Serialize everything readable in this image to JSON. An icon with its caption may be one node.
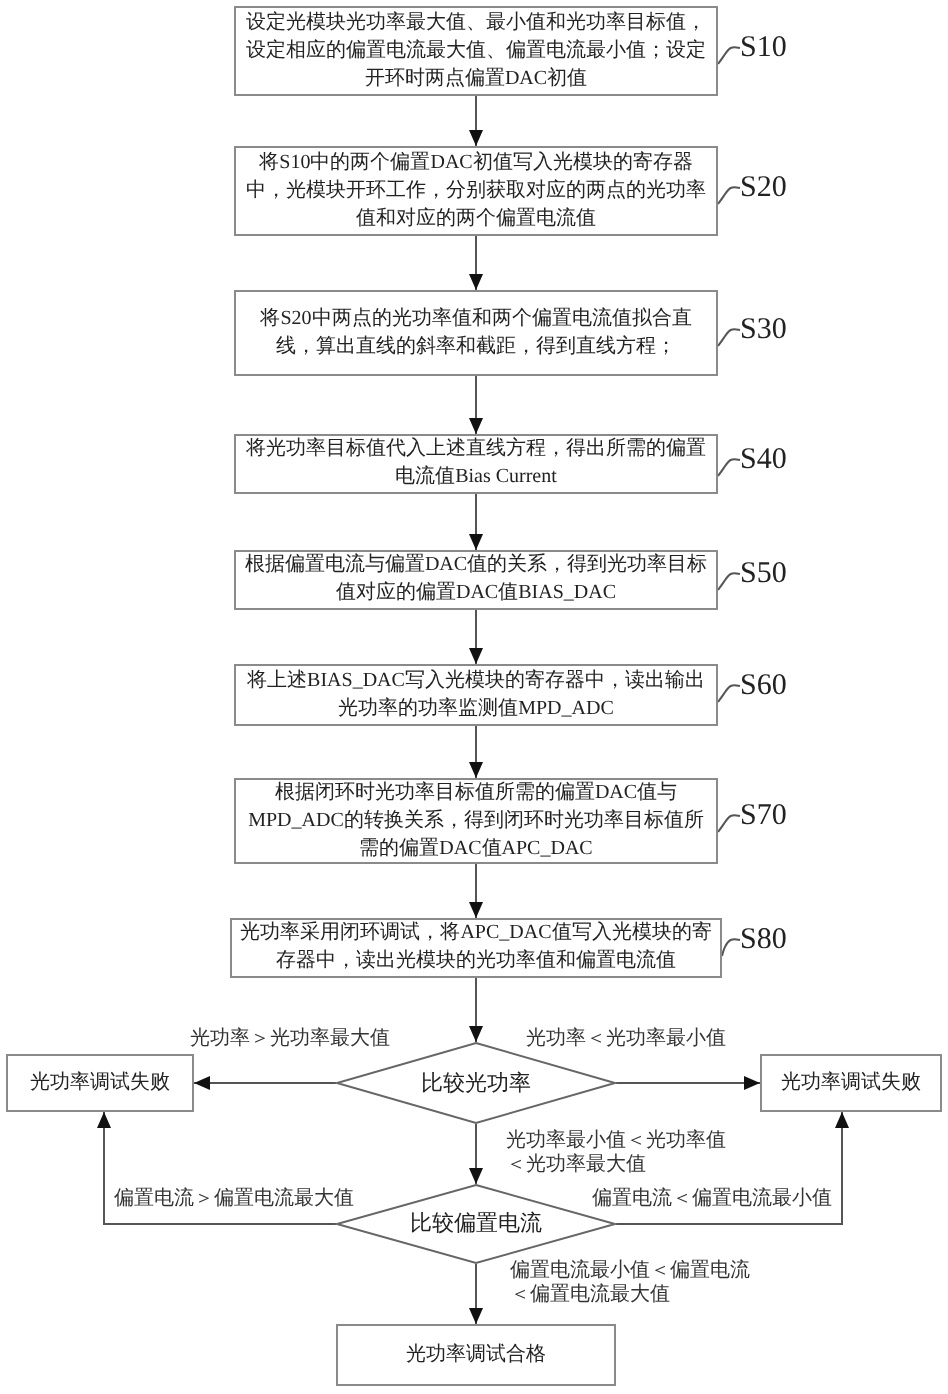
{
  "diagram": {
    "nodes": [
      {
        "text": [
          "设定光模块光功率最大值、最小值和光功率目标值，设定相应的偏置电流最大值、偏置电流最小值；设定开环时两点偏置DAC初值"
        ]
      },
      {
        "text": [
          "S10"
        ]
      },
      {
        "text": [
          "将S10中的两个偏置DAC初值写入光模块的寄存器中，光模块开环工作，分别获取对应的两点的光功率值和对应的两个偏置电流值"
        ]
      },
      {
        "text": [
          "S20"
        ]
      },
      {
        "text": [
          "将S20中两点的光功率值和两个偏置电流值拟合直线，算出直线的斜率和截距，得到直线方程；"
        ]
      },
      {
        "text": [
          "S30"
        ]
      },
      {
        "text": [
          "将光功率目标值代入上述直线方程，得出所需的偏置电流值Bias Current"
        ]
      },
      {
        "text": [
          "S40"
        ]
      },
      {
        "text": [
          "根据偏置电流与偏置DAC值的关系，得到光功率目标值对应的偏置DAC值BIAS_DAC"
        ]
      },
      {
        "text": [
          "S50"
        ]
      },
      {
        "text": [
          "将上述BIAS_DAC写入光模块的寄存器中，读出输出光功率的功率监测值MPD_ADC"
        ]
      },
      {
        "text": [
          "S60"
        ]
      },
      {
        "text": [
          "根据闭环时光功率目标值所需的偏置DAC值与MPD_ADC的转换关系，得到闭环时光功率目标值所需的偏置DAC值APC_DAC"
        ]
      },
      {
        "text": [
          "S70"
        ]
      },
      {
        "text": [
          "光功率采用闭环调试，将APC_DAC值写入光模块的寄存器中，读出光模块的光功率值和偏置电流值"
        ]
      },
      {
        "text": [
          "S80"
        ]
      },
      {
        "text": [
          "光功率调试失败"
        ]
      },
      {
        "text": [
          "比较光功率"
        ]
      },
      {
        "text": [
          "光功率调试失败"
        ]
      },
      {
        "text": [
          "比较偏置电流"
        ]
      },
      {
        "text": [
          "光功率调试合格"
        ]
      }
    ],
    "edges": [
      {
        "from": 0,
        "to": 2,
        "arrow": "to"
      },
      {
        "from": 2,
        "to": 4,
        "arrow": "to"
      },
      {
        "from": 4,
        "to": 6,
        "arrow": "to"
      },
      {
        "from": 6,
        "to": 8,
        "arrow": "to"
      },
      {
        "from": 8,
        "to": 10,
        "arrow": "to"
      },
      {
        "from": 10,
        "to": 12,
        "arrow": "to"
      },
      {
        "from": 12,
        "to": 14,
        "arrow": "to"
      },
      {
        "from": 14,
        "to": 17,
        "arrow": "to"
      },
      {
        "from": 17,
        "to": 16,
        "arrow": "to",
        "label": "光功率＞光功率最大值"
      },
      {
        "from": 17,
        "to": 18,
        "arrow": "to",
        "label": "光功率＜光功率最小值"
      },
      {
        "from": 17,
        "to": 19,
        "arrow": "to",
        "label": "光功率最小值＜光功率值＜光功率最大值"
      },
      {
        "from": 19,
        "to": 16,
        "arrow": "to",
        "label": "偏置电流＞偏置电流最大值"
      },
      {
        "from": 19,
        "to": 18,
        "arrow": "to",
        "label": "偏置电流＜偏置电流最小值"
      },
      {
        "from": 19,
        "to": 20,
        "arrow": "to",
        "label": "偏置电流最小值＜偏置电流＜偏置电流最大值"
      },
      {
        "from": 1,
        "to": 0,
        "arrow": "none"
      },
      {
        "from": 3,
        "to": 2,
        "arrow": "none"
      },
      {
        "from": 5,
        "to": 4,
        "arrow": "none"
      },
      {
        "from": 7,
        "to": 6,
        "arrow": "none"
      },
      {
        "from": 9,
        "to": 8,
        "arrow": "none"
      },
      {
        "from": 11,
        "to": 10,
        "arrow": "none"
      },
      {
        "from": 13,
        "to": 12,
        "arrow": "none"
      },
      {
        "from": 15,
        "to": 14,
        "arrow": "none"
      }
    ]
  }
}
